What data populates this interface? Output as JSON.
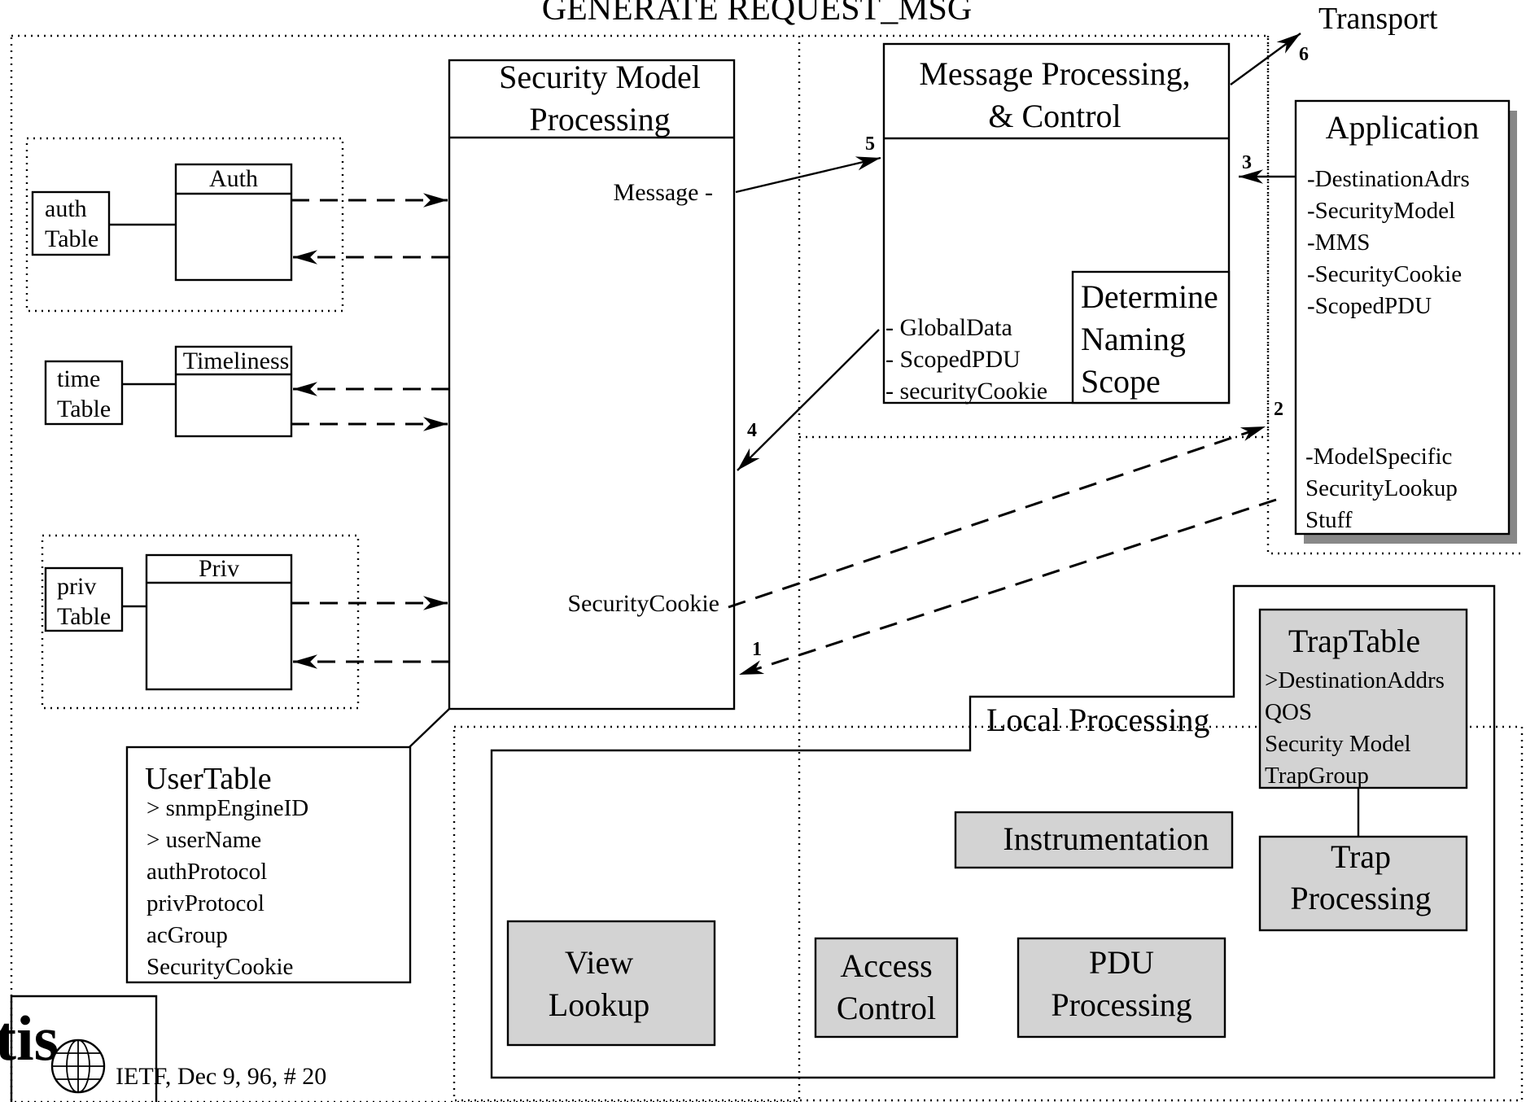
{
  "title": "GENERATE REQUEST_MSG",
  "transport_label": "Transport",
  "security_model": {
    "title_line1": "Security Model",
    "title_line2": "Processing",
    "message_label": "Message -",
    "cookie_label": "SecurityCookie"
  },
  "message_processing": {
    "title_line1": "Message Processing,",
    "title_line2": "& Control",
    "items": [
      "- GlobalData",
      "- ScopedPDU",
      "- securityCookie"
    ]
  },
  "determine_scope": {
    "lines": [
      "Determine",
      "Naming",
      "Scope"
    ]
  },
  "application": {
    "title": "Application",
    "params": [
      "-DestinationAdrs",
      "-SecurityModel",
      "-MMS",
      "-SecurityCookie",
      "-ScopedPDU"
    ],
    "lookup": [
      "-ModelSpecific",
      "SecurityLookup",
      "Stuff"
    ]
  },
  "auth": {
    "module": "Auth",
    "table_line1": "auth",
    "table_line2": "Table"
  },
  "timeliness": {
    "module": "Timeliness",
    "table_line1": "time",
    "table_line2": "Table"
  },
  "priv": {
    "module": "Priv",
    "table_line1": "priv",
    "table_line2": "Table"
  },
  "user_table": {
    "title": "UserTable",
    "fields": [
      "> snmpEngineID",
      "> userName",
      "authProtocol",
      "privProtocol",
      "acGroup",
      "SecurityCookie"
    ]
  },
  "local_processing": "Local Processing",
  "trap_table": {
    "title": "TrapTable",
    "fields": [
      ">DestinationAddrs",
      "QOS",
      "Security Model",
      "TrapGroup"
    ]
  },
  "modules": {
    "instrumentation": "Instrumentation",
    "trap_line1": "Trap",
    "trap_line2": "Processing",
    "view_line1": "View",
    "view_line2": "Lookup",
    "access_line1": "Access",
    "access_line2": "Control",
    "pdu_line1": "PDU",
    "pdu_line2": "Processing"
  },
  "step_numbers": [
    "1",
    "2",
    "3",
    "4",
    "5",
    "6"
  ],
  "footer": {
    "logo": "tis",
    "text": "IETF, Dec 9, 96,  # 20"
  }
}
